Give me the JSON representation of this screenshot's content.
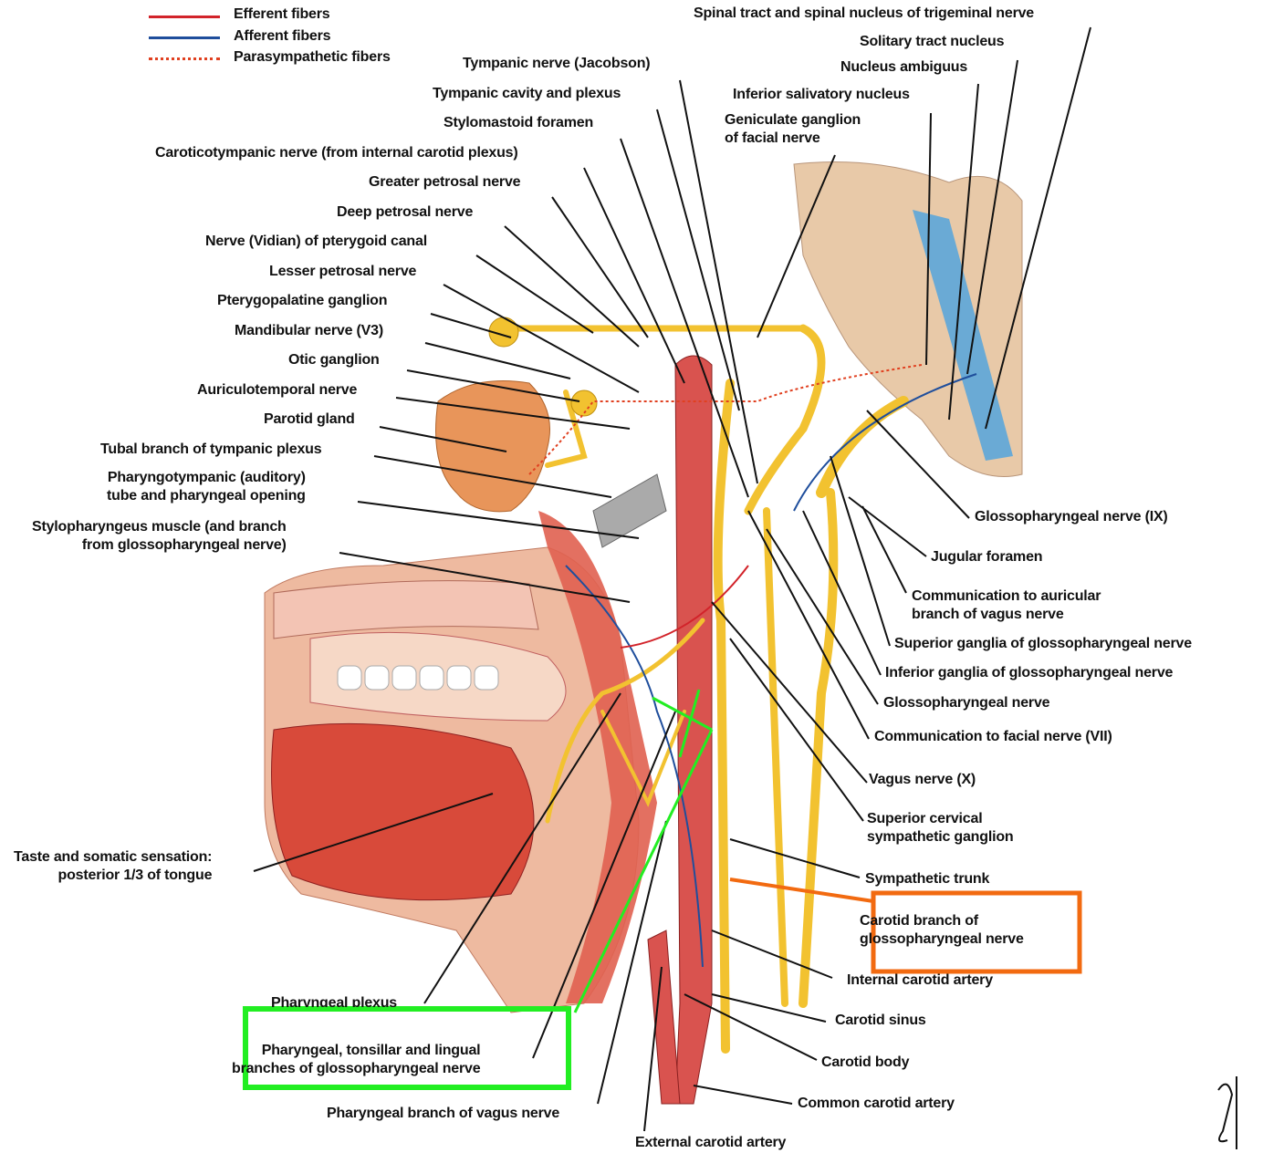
{
  "legend": {
    "efferent": "Efferent fibers",
    "afferent": "Afferent fibers",
    "parasympathetic": "Parasympathetic fibers"
  },
  "labels": {
    "spinal_tract": "Spinal tract and spinal nucleus of trigeminal nerve",
    "solitary": "Solitary tract nucleus",
    "tympanic_nerve": "Tympanic nerve (Jacobson)",
    "ambiguus": "Nucleus ambiguus",
    "tympanic_cavity": "Tympanic cavity and plexus",
    "inf_salivatory": "Inferior salivatory nucleus",
    "stylomastoid": "Stylomastoid foramen",
    "geniculate": "Geniculate ganglion\nof facial nerve",
    "caroticotympanic": "Caroticotympanic nerve (from internal carotid plexus)",
    "greater_petrosal": "Greater petrosal nerve",
    "deep_petrosal": "Deep petrosal nerve",
    "vidian": "Nerve (Vidian) of pterygoid canal",
    "lesser_petrosal": "Lesser petrosal nerve",
    "pterygopalatine": "Pterygopalatine ganglion",
    "mandibular": "Mandibular nerve (V3)",
    "otic": "Otic ganglion",
    "auriculotemporal": "Auriculotemporal nerve",
    "parotid": "Parotid gland",
    "tubal": "Tubal branch of tympanic plexus",
    "pharyngotympanic": "Pharyngotympanic (auditory)\ntube and pharyngeal opening",
    "stylopharyngeus": "Stylopharyngeus muscle (and branch\nfrom glossopharyngeal nerve)",
    "taste": "Taste and somatic sensation:\nposterior 1/3 of tongue",
    "pharyngeal_plexus": "Pharyngeal plexus",
    "pharyngeal_branches": "Pharyngeal, tonsillar and lingual\nbranches of glossopharyngeal nerve",
    "pharyngeal_vagus": "Pharyngeal branch of vagus nerve",
    "external_carotid": "External carotid artery",
    "glosso_ix": "Glossopharyngeal nerve (IX)",
    "jugular": "Jugular foramen",
    "comm_auricular": "Communication to auricular\nbranch of vagus nerve",
    "superior_ganglia": "Superior ganglia of glossopharyngeal nerve",
    "inferior_ganglia": "Inferior ganglia of glossopharyngeal nerve",
    "glosso_nerve": "Glossopharyngeal nerve",
    "comm_facial": "Communication to facial nerve (VII)",
    "vagus": "Vagus nerve (X)",
    "sup_cervical": "Superior cervical\nsympathetic ganglion",
    "sympathetic_trunk": "Sympathetic trunk",
    "carotid_branch": "Carotid branch of\nglossopharyngeal nerve",
    "internal_carotid": "Internal carotid artery",
    "carotid_sinus": "Carotid sinus",
    "carotid_body": "Carotid body",
    "common_carotid": "Common carotid artery"
  },
  "colors": {
    "efferent": "#d2232a",
    "afferent": "#1f4e9c",
    "parasympathetic": "#e04020",
    "nerve": "#f2c230",
    "artery": "#d9534f",
    "highlight_orange": "#f26a10",
    "highlight_green": "#22ee22"
  }
}
